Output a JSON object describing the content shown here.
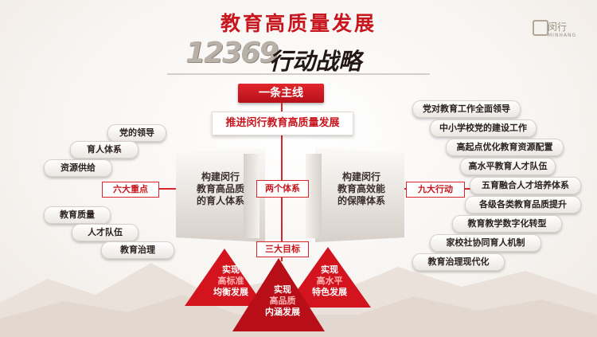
{
  "title": "教育高质量发展",
  "subtitle_code": "12369",
  "subtitle_tail": "行动战略",
  "logo": {
    "name": "闵行",
    "sub": "MINHANG",
    "icon": "minhang-logo-icon"
  },
  "main_line": "一条主线",
  "main_banner": "推进闵行教育高质量发展",
  "core_tag": "两个体系",
  "left_book": [
    "构建闵行",
    "教育高品质",
    "的育人体系"
  ],
  "right_book": [
    "构建闵行",
    "教育高效能",
    "的保障体系"
  ],
  "six_tag": "六大重点",
  "six_items": [
    "党的领导",
    "育人体系",
    "资源供给",
    "教育质量",
    "人才队伍",
    "教育治理"
  ],
  "nine_tag": "九大行动",
  "nine_items": [
    "党对教育工作全面领导",
    "中小学校党的建设工作",
    "高起点优化教育资源配置",
    "高水平教育人才队伍",
    "五育融合人才培养体系",
    "各级各类教育品质提升",
    "教育教学数字化转型",
    "家校社协同育人机制",
    "教育治理现代化"
  ],
  "three_tag": "三大目标",
  "goals": [
    {
      "l1": "实现",
      "l2": "高标准",
      "l3": "均衡发展"
    },
    {
      "l1": "实现",
      "l2": "高品质",
      "l3": "内涵发展"
    },
    {
      "l1": "实现",
      "l2": "高水平",
      "l3": "特色发展"
    }
  ],
  "colors": {
    "accent": "#c8161e",
    "dark": "#231815"
  }
}
